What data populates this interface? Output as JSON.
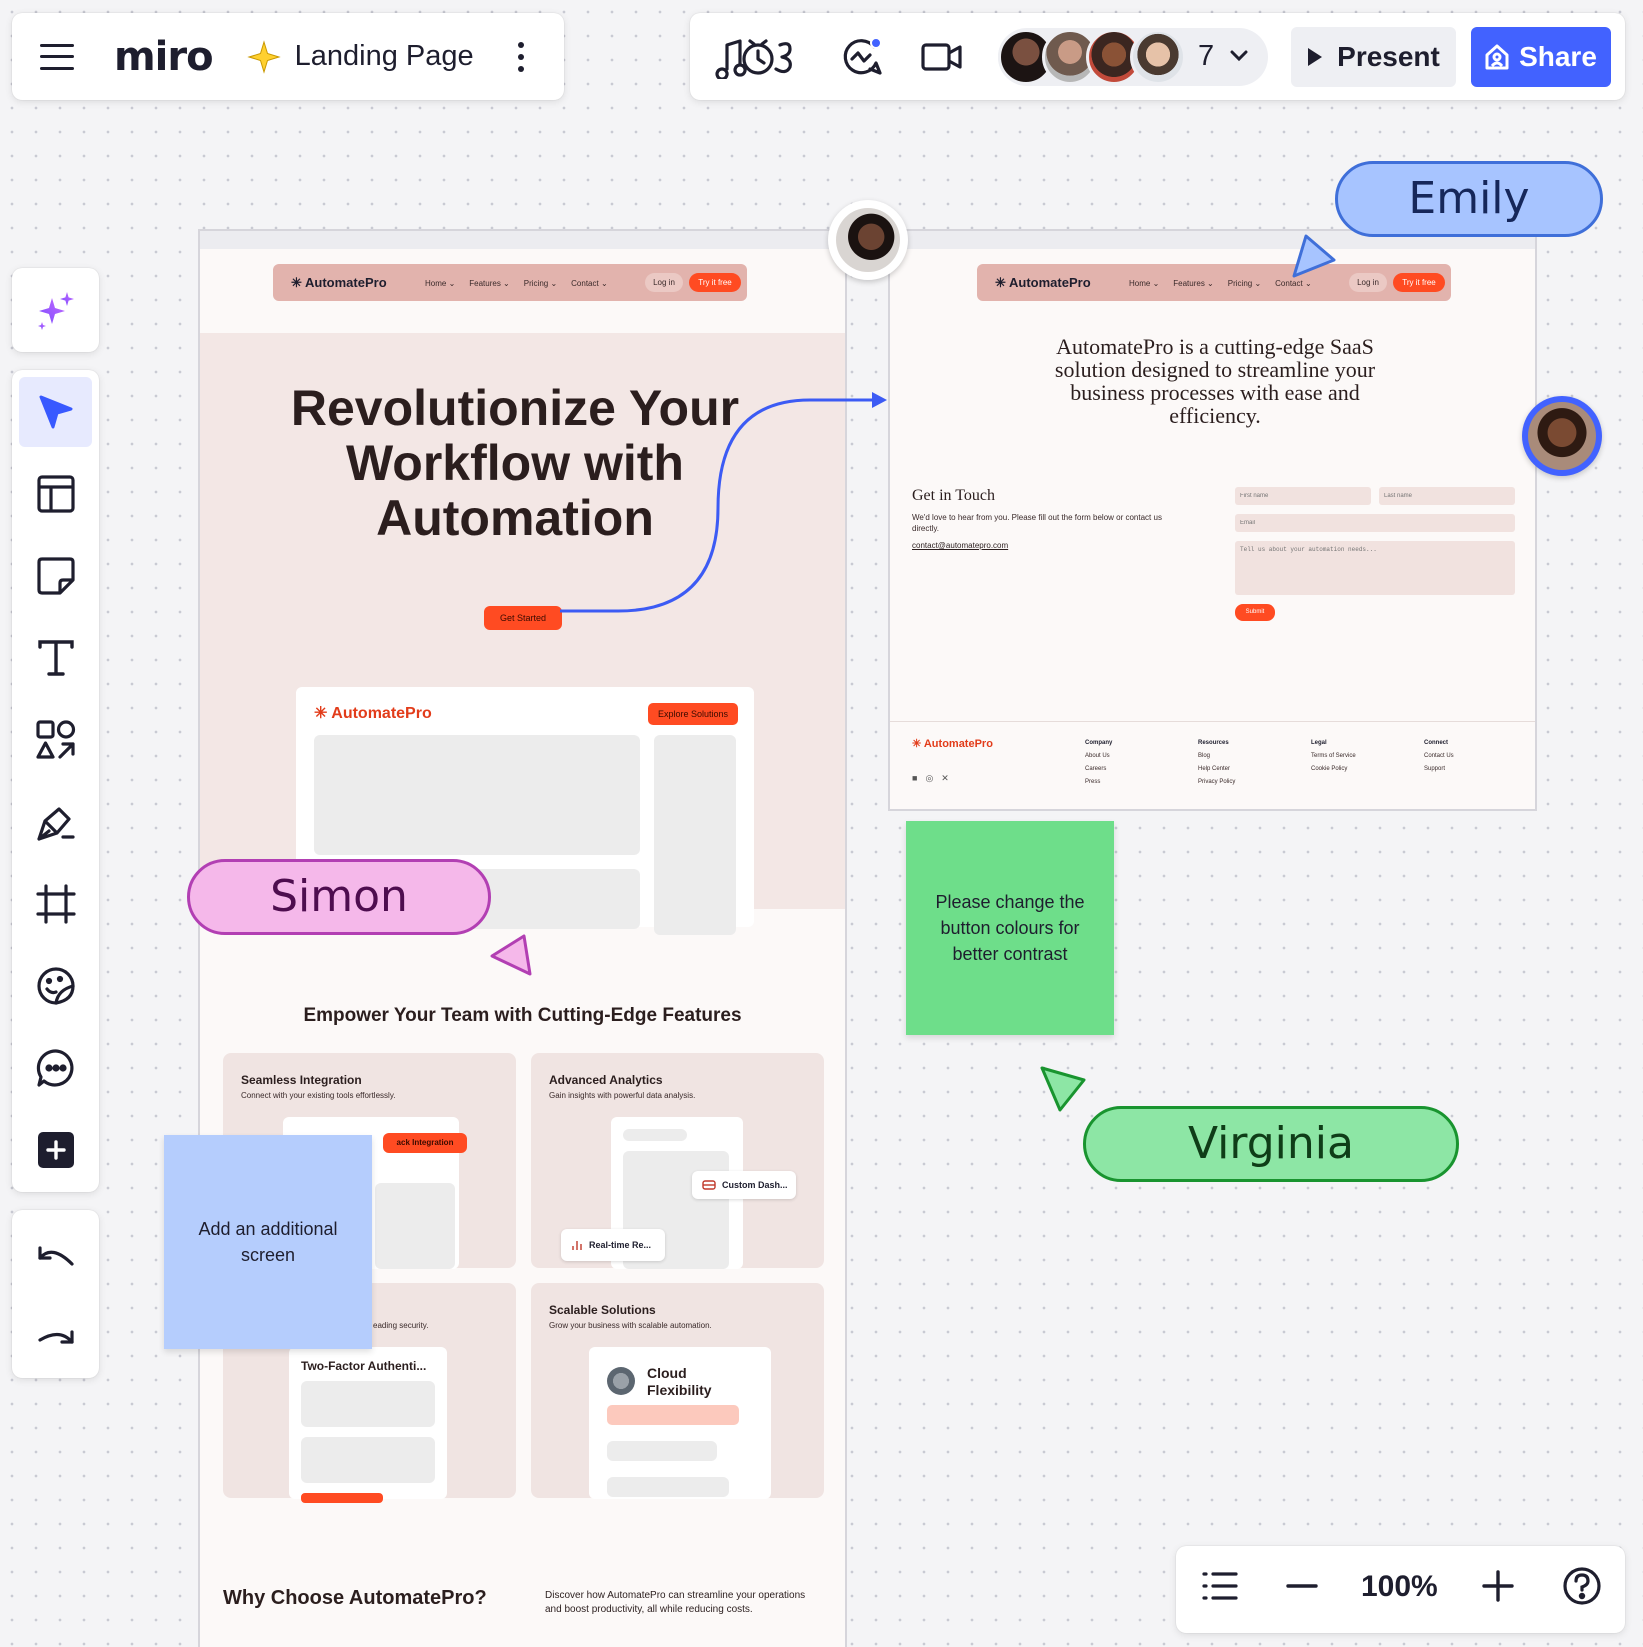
{
  "app": {
    "logo": "miro",
    "board_name": "Landing Page"
  },
  "collaborators": {
    "count": "7"
  },
  "toolbar": {
    "present": "Present",
    "share": "Share"
  },
  "zoom": {
    "value": "100%"
  },
  "colors": {
    "accent": "#4262ff",
    "brand_orange": "#ff4b22",
    "simon": "#f5b8ea",
    "emily": "#a7c4ff",
    "virginia": "#8de6a5"
  },
  "left_tools": [
    "ai-sparkle-icon",
    "select-icon",
    "templates-icon",
    "sticky-note-icon",
    "text-icon",
    "shapes-icon",
    "pen-icon",
    "frame-icon",
    "sticker-icon",
    "comment-icon",
    "more-apps-icon",
    "undo-icon",
    "redo-icon"
  ],
  "frame_left": {
    "nav": {
      "brand": "✳ AutomatePro",
      "links": [
        "Home ⌄",
        "Features ⌄",
        "Pricing ⌄",
        "Contact ⌄"
      ],
      "login": "Log in",
      "try": "Try it free"
    },
    "hero_title": "Revolutionize Your Workflow with Automation",
    "get_started": "Get Started",
    "preview": {
      "brand": "✳ AutomatePro",
      "cta": "Explore Solutions"
    },
    "features_heading": "Empower Your Team with Cutting-Edge Features",
    "features": [
      {
        "title": "Seamless Integration",
        "desc": "Connect with your existing tools effortlessly.",
        "chip": "ack Integration"
      },
      {
        "title": "Advanced Analytics",
        "desc": "Gain insights with powerful data analysis.",
        "chip1": "Custom Dash...",
        "chip2": "Real-time Re..."
      },
      {
        "title": "",
        "desc": "eading security.",
        "chip": "Two-Factor Authenti..."
      },
      {
        "title": "Scalable Solutions",
        "desc": "Grow your business with scalable automation.",
        "chip": "Cloud Flexibility"
      }
    ],
    "why_title": "Why Choose AutomatePro?",
    "why_desc": "Discover how AutomatePro can streamline your operations and boost productivity, all while reducing costs."
  },
  "frame_right": {
    "nav": {
      "brand": "✳ AutomatePro",
      "links": [
        "Home ⌄",
        "Features ⌄",
        "Pricing ⌄",
        "Contact ⌄"
      ],
      "login": "Log in",
      "try": "Try it free"
    },
    "intro": "AutomatePro is a cutting-edge SaaS solution designed to streamline your business processes with ease and efficiency.",
    "contact": {
      "title": "Get in Touch",
      "desc": "We'd love to hear from you. Please fill out the form below or contact us directly.",
      "email": "contact@automatepro.com",
      "first_name_ph": "First name",
      "last_name_ph": "Last name",
      "email_ph": "Email",
      "message_ph": "Tell us about your automation needs...",
      "submit": "Submit"
    },
    "footer": {
      "brand": "✳ AutomatePro",
      "columns": [
        {
          "title": "Company",
          "items": [
            "About Us",
            "Careers",
            "Press"
          ]
        },
        {
          "title": "Resources",
          "items": [
            "Blog",
            "Help Center",
            "Privacy Policy"
          ]
        },
        {
          "title": "Legal",
          "items": [
            "Terms of Service",
            "Cookie Policy"
          ]
        },
        {
          "title": "Connect",
          "items": [
            "Contact Us",
            "Support"
          ]
        }
      ]
    }
  },
  "cursors": {
    "simon": "Simon",
    "emily": "Emily",
    "virginia": "Virginia"
  },
  "stickies": {
    "green": "Please change the button colours for better contrast",
    "blue": "Add an additional screen"
  }
}
